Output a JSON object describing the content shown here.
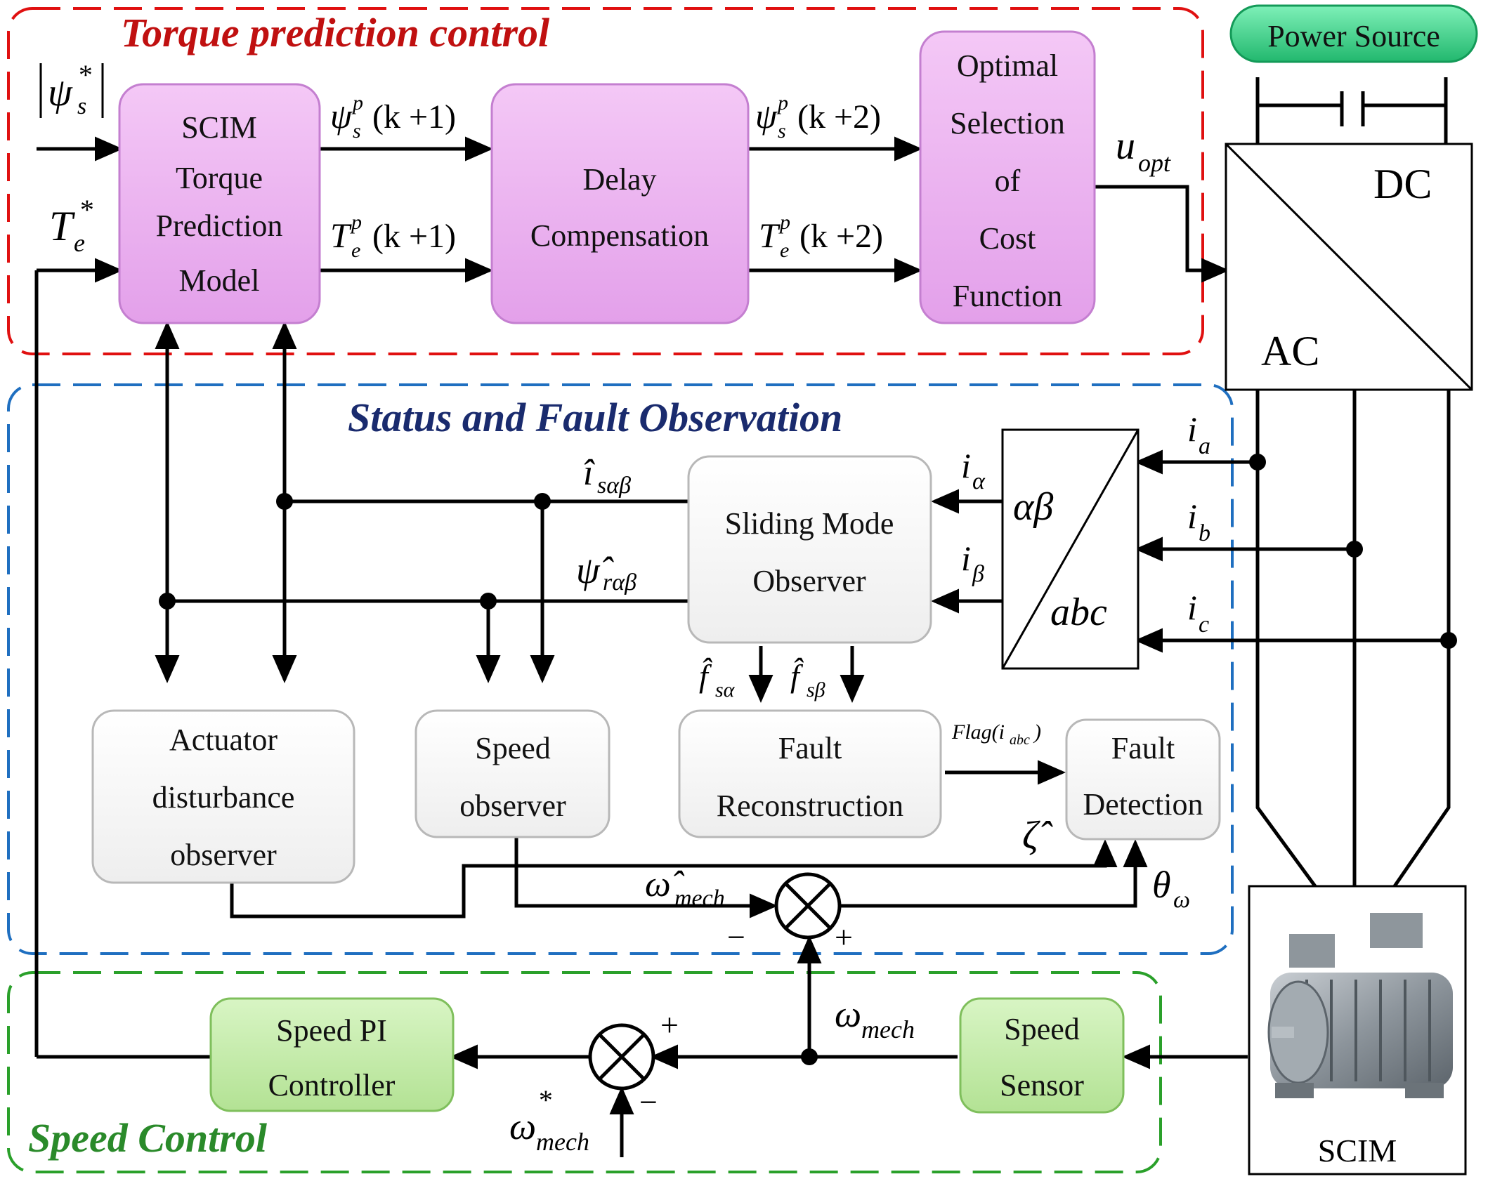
{
  "sections": {
    "torque": "Torque prediction control",
    "status": "Status and Fault Observation",
    "speed": "Speed Control"
  },
  "colors": {
    "torque_border": "#e01010",
    "torque_title": "#c01010",
    "status_border": "#1f6fc0",
    "status_title": "#1a2b6e",
    "speed_border": "#2aa02a",
    "speed_title": "#2a8a2a",
    "pink_block": "#e8a8ee",
    "green_block": "#bfe8a6",
    "power_source": "#2fcf84"
  },
  "power_source": "Power Source",
  "converter": {
    "dc": "DC",
    "ac": "AC"
  },
  "motor": {
    "label": "SCIM",
    "icon": "induction-motor-icon"
  },
  "blocks": {
    "scim_model": [
      "SCIM",
      "Torque",
      "Prediction",
      "Model"
    ],
    "delay": [
      "Delay",
      "Compensation"
    ],
    "optimal": [
      "Optimal",
      "Selection",
      "of",
      "Cost",
      "Function"
    ],
    "smo": [
      "Sliding Mode",
      "Observer"
    ],
    "actuator": [
      "Actuator",
      "disturbance",
      "observer"
    ],
    "speed_obs": [
      "Speed",
      "observer"
    ],
    "fault_rec": [
      "Fault",
      "Reconstruction"
    ],
    "fault_det": [
      "Fault",
      "Detection"
    ],
    "speed_pi": [
      "Speed PI",
      "Controller"
    ],
    "speed_sensor": [
      "Speed",
      "Sensor"
    ],
    "transform": {
      "top": "αβ",
      "bottom": "abc"
    }
  },
  "symbols": {
    "psi_ref": "ψ",
    "psi_ref_sub": "s",
    "star": "*",
    "te_ref": "T",
    "te_sub": "e",
    "psi_k1": "ψ",
    "psi_sub": "s",
    "sup_p": "p",
    "k1": "(k +1)",
    "k2": "(k +2)",
    "te": "T",
    "u_opt": "u",
    "u_opt_sub": "opt",
    "i_hat": "î",
    "i_hat_sub": "sαβ",
    "psi_hat": "ψ̂",
    "psi_hat_sub": "rαβ",
    "i_alpha": "i",
    "sub_alpha": "α",
    "sub_beta": "β",
    "i": "i",
    "sub_a": "a",
    "sub_b": "b",
    "sub_c": "c",
    "f_hat": "f̂",
    "f_sub_a": "sα",
    "f_sub_b": "sβ",
    "flag": "Flag(i",
    "flag_sub": "abc",
    "flag_close": ")",
    "zeta": "ζ̂",
    "omega_hat": "ω̂",
    "mech": "mech",
    "theta": "θ",
    "theta_sub": "ω",
    "omega": "ω",
    "minus": "−",
    "plus": "+"
  }
}
